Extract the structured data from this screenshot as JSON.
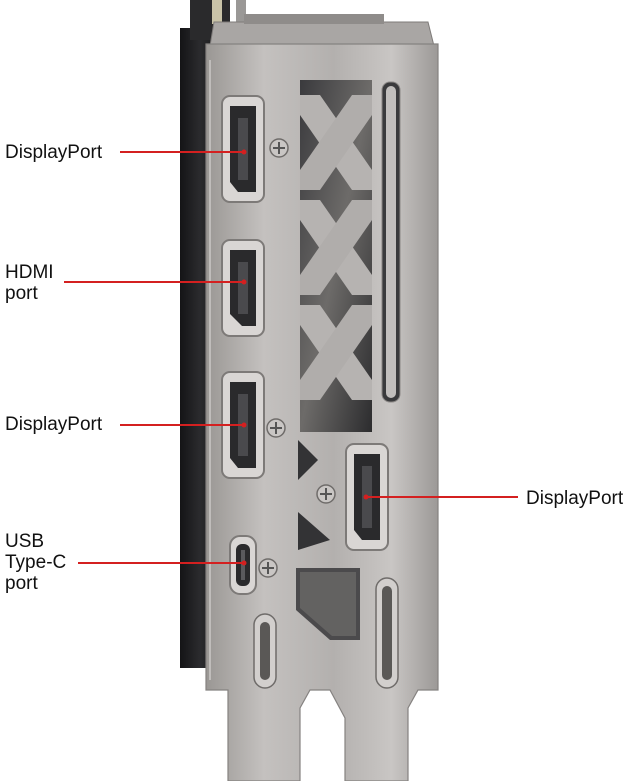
{
  "figure": {
    "description_alt": "",
    "colors": {
      "leader_line": "#d42020",
      "bracket_metal": "#b9b6b4",
      "bracket_shadow": "#8d8a88",
      "card_dark": "#1e1e20",
      "port_inner": "#2a2a2c"
    },
    "labels": {
      "displayport_1": "DisplayPort",
      "hdmi_line1": "HDMI",
      "hdmi_line2": "port",
      "displayport_2": "DisplayPort",
      "displayport_3": "DisplayPort",
      "usbc_line1": "USB",
      "usbc_line2": "Type-C",
      "usbc_line3": "port"
    }
  }
}
